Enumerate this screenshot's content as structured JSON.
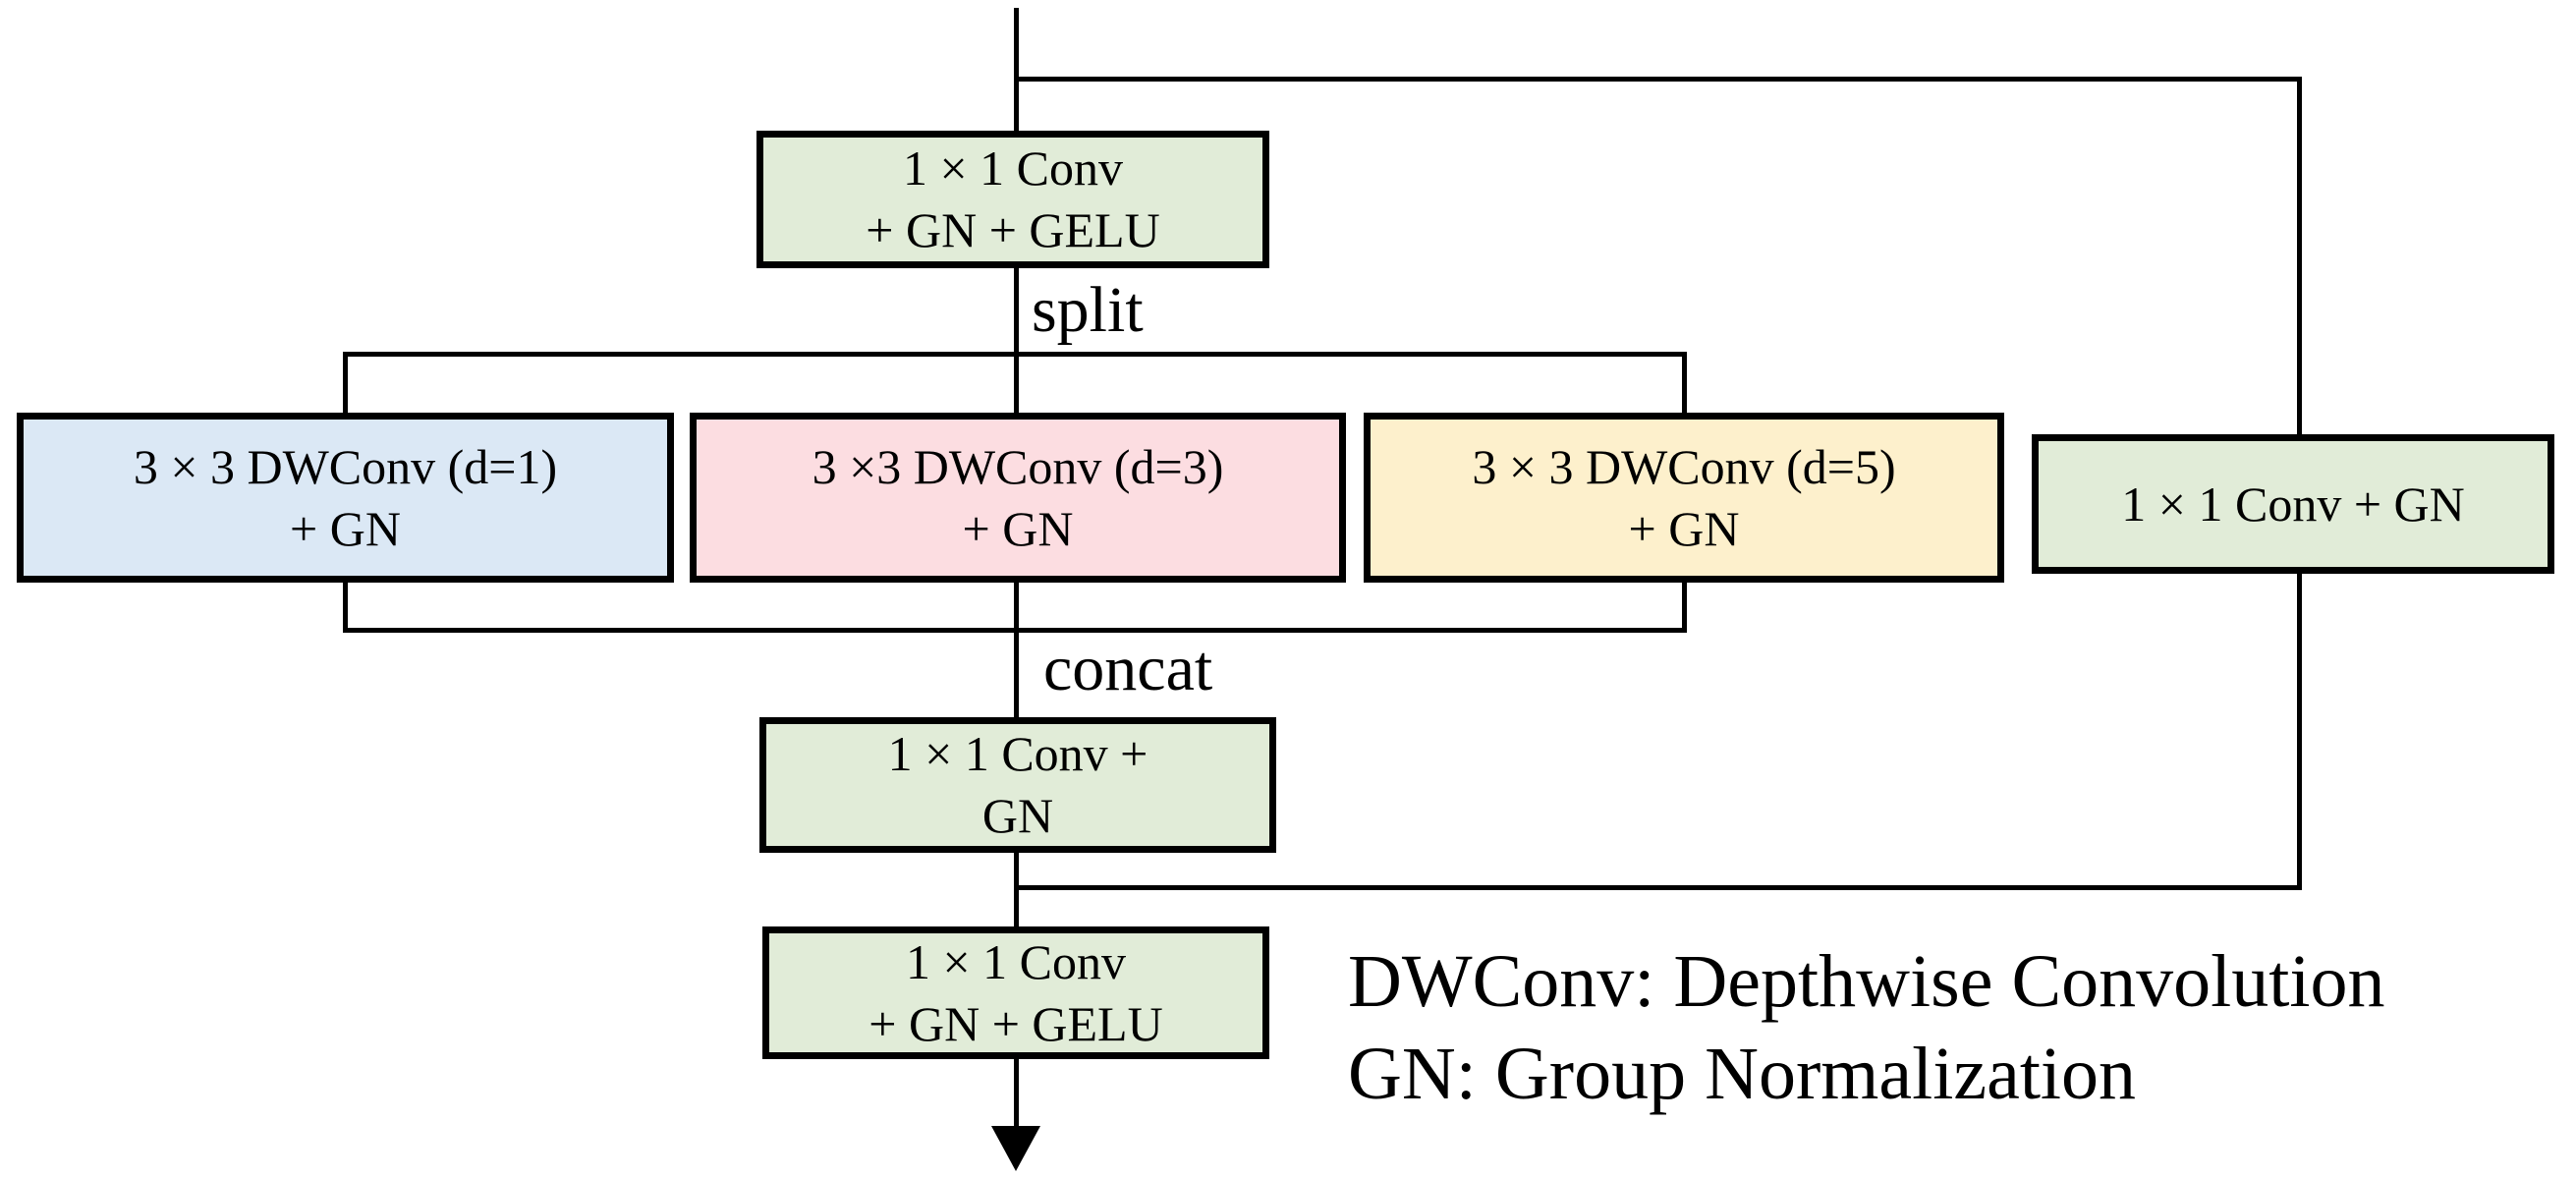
{
  "diagram": {
    "boxes": {
      "top_conv": {
        "line1": "1 × 1 Conv",
        "line2": "+ GN + GELU"
      },
      "branch_d1": {
        "line1": "3 × 3 DWConv (d=1)",
        "line2": "+ GN"
      },
      "branch_d3": {
        "line1": "3 ×3 DWConv (d=3)",
        "line2": "+ GN"
      },
      "branch_d5": {
        "line1": "3 × 3 DWConv (d=5)",
        "line2": "+ GN"
      },
      "shortcut_conv": {
        "line1": "1 × 1 Conv + GN"
      },
      "fuse_conv": {
        "line1": "1 × 1 Conv +",
        "line2": "GN"
      },
      "output_conv": {
        "line1": "1 × 1 Conv",
        "line2": "+ GN + GELU"
      }
    },
    "labels": {
      "split": "split",
      "concat": "concat"
    },
    "legend": {
      "line1": "DWConv: Depthwise Convolution",
      "line2": "GN: Group Normalization"
    },
    "colors": {
      "green": "#e1ecd8",
      "blue": "#dbe8f5",
      "pink": "#fcdde1",
      "yellow": "#fdf0cc",
      "line": "#000000"
    }
  }
}
